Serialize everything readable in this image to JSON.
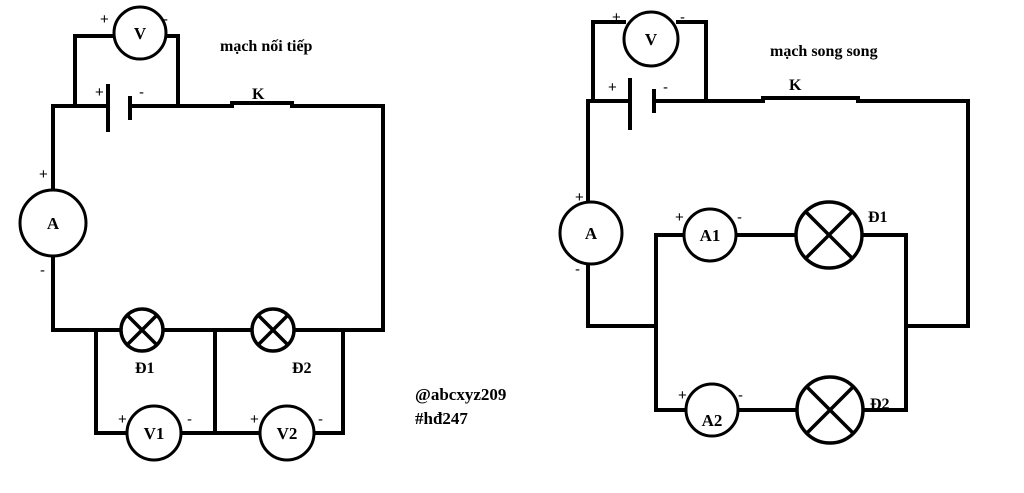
{
  "series_circuit": {
    "title": "mạch nối tiếp",
    "voltmeter": "V",
    "ammeter": "A",
    "switch": "K",
    "lamp1": "Đ1",
    "lamp2": "Đ2",
    "voltmeter1": "V1",
    "voltmeter2": "V2",
    "plus": "+",
    "minus": "-"
  },
  "parallel_circuit": {
    "title": "mạch song song",
    "voltmeter": "V",
    "ammeter": "A",
    "switch": "K",
    "ammeter1": "A1",
    "ammeter2": "A2",
    "lamp1": "Đ1",
    "lamp2": "Đ2",
    "plus": "+",
    "minus": "-"
  },
  "signature": {
    "handle": "@abcxyz209",
    "tag": "#hđ247"
  }
}
